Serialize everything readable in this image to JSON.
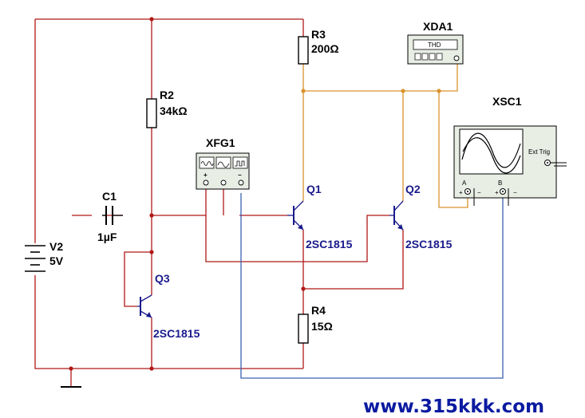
{
  "components": {
    "r2": {
      "name": "R2",
      "value": "34kΩ"
    },
    "r3": {
      "name": "R3",
      "value": "200Ω"
    },
    "r4": {
      "name": "R4",
      "value": "15Ω"
    },
    "c1": {
      "name": "C1",
      "value": "1µF"
    },
    "v2": {
      "name": "V2",
      "value": "5V"
    },
    "q1": {
      "name": "Q1",
      "model": "2SC1815"
    },
    "q2": {
      "name": "Q2",
      "model": "2SC1815"
    },
    "q3": {
      "name": "Q3",
      "model": "2SC1815"
    }
  },
  "instruments": {
    "xfg1": {
      "name": "XFG1",
      "plus": "+",
      "minus": "−"
    },
    "xda1": {
      "name": "XDA1",
      "display": "THD"
    },
    "xsc1": {
      "name": "XSC1",
      "ext_trig": "Ext Trig",
      "channel_a": "A",
      "channel_b": "B",
      "plus": "+",
      "minus": "−"
    }
  },
  "watermark": "www.315kkk.com",
  "colors": {
    "wire_power": "#b01818",
    "wire_output": "#d9922c",
    "wire_probe": "#3a62b0",
    "watermark": "#0a1aa0"
  }
}
